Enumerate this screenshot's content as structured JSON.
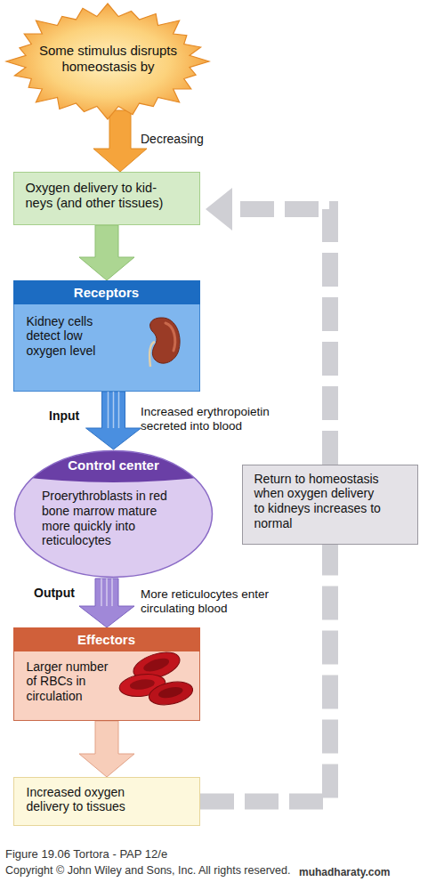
{
  "diagram": {
    "caption": "Figure 19.06 Tortora - PAP 12/e",
    "nodes": [
      {
        "text": [
          "Some stimulus disrupts homeostasis by"
        ]
      },
      {
        "text": [
          "Oxygen delivery to kid- neys (and other tissues)"
        ]
      },
      {
        "text": [
          "Receptors",
          "Kidney cells detect low oxygen level"
        ]
      },
      {
        "text": [
          "Control center",
          "Proerythroblasts in red bone marrow mature more quickly into reticulocytes"
        ]
      },
      {
        "text": [
          "Effectors",
          "Larger number of RBCs in circulation"
        ]
      },
      {
        "text": [
          "Increased oxygen delivery to tissues"
        ]
      },
      {
        "text": [
          "Return to homeostasis when oxygen delivery to kidneys increases to normal"
        ]
      }
    ],
    "edges": [
      {
        "from": 0,
        "to": 1,
        "arrow": "to",
        "label": "Decreasing"
      },
      {
        "from": 1,
        "to": 2,
        "arrow": "to"
      },
      {
        "from": 2,
        "to": 3,
        "arrow": "to",
        "label": "Increased erythropoietin secreted into blood"
      },
      {
        "from": 3,
        "to": 4,
        "arrow": "to",
        "label": "More reticulocytes enter circulating blood"
      },
      {
        "from": 4,
        "to": 5,
        "arrow": "to"
      },
      {
        "from": 5,
        "to": 6,
        "arrow": "none"
      },
      {
        "from": 6,
        "to": 1,
        "arrow": "to"
      }
    ],
    "labels": [
      "Input",
      "Output",
      "Copyright © John Wiley and Sons, Inc. All rights reserved.",
      "muhadharaty.com"
    ]
  }
}
